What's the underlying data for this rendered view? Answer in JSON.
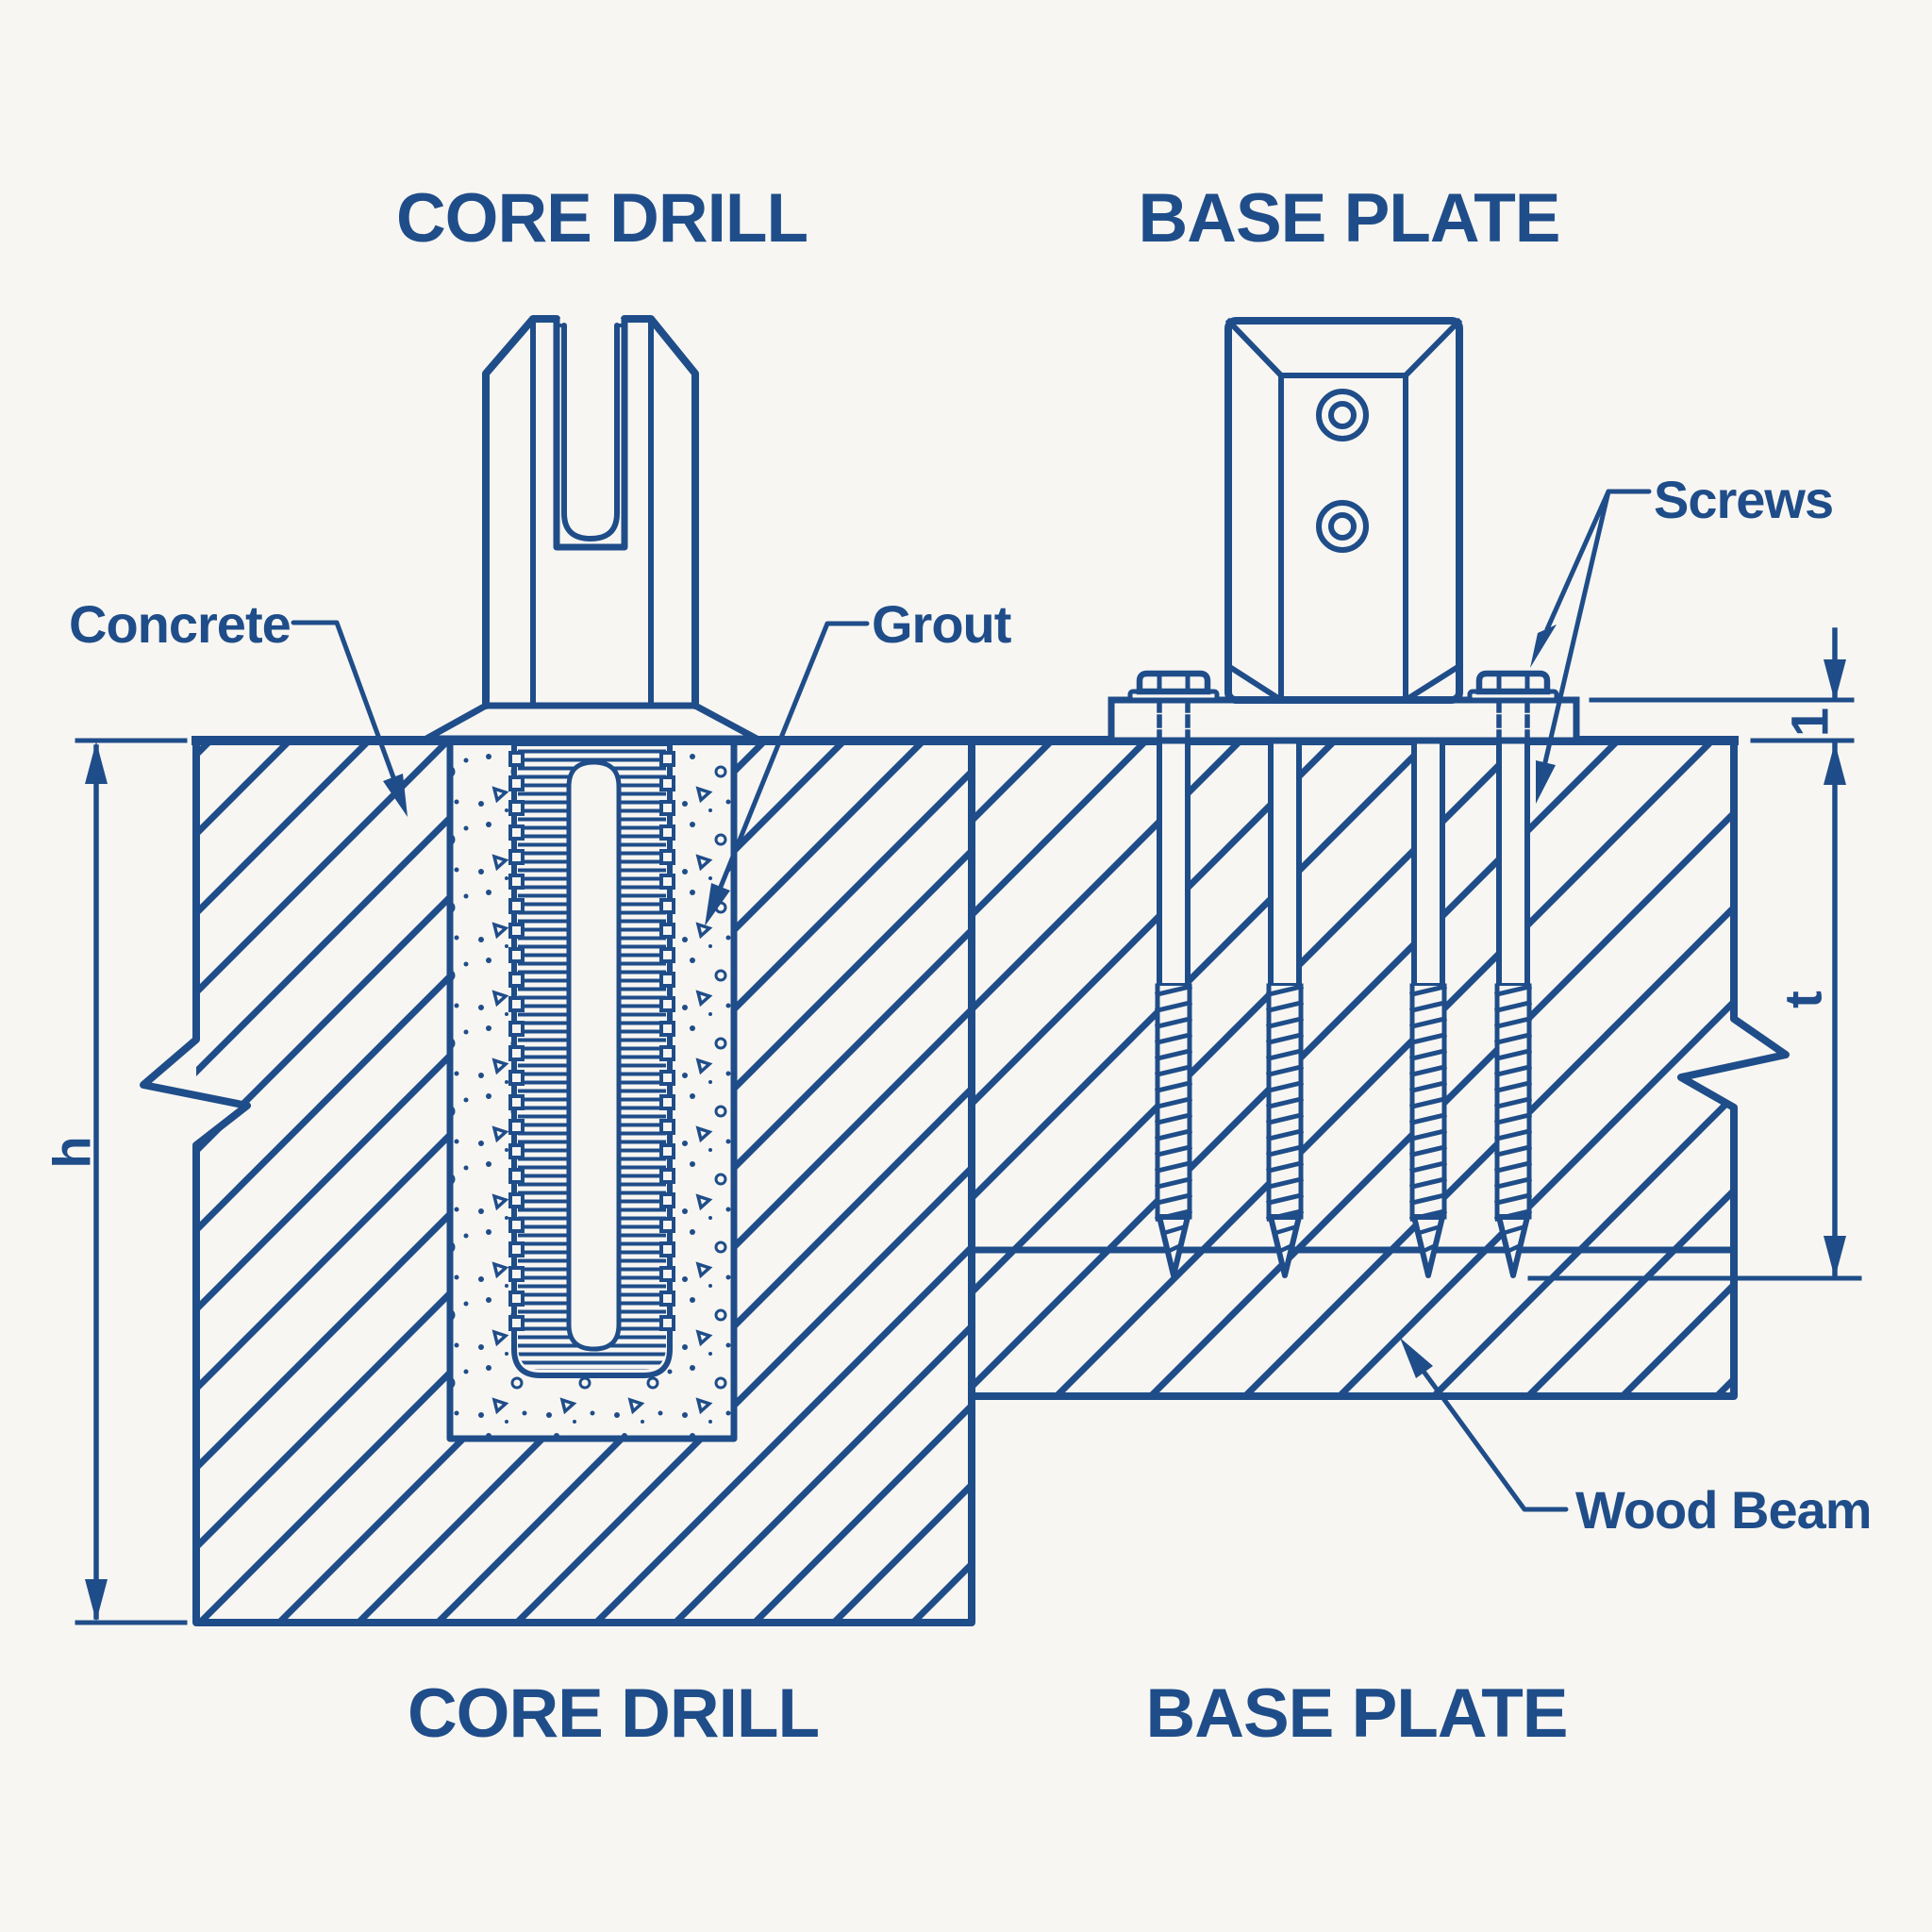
{
  "drawing": {
    "kind": "construction-detail-blueprint",
    "views": [
      "core drill mount section",
      "base plate mount section"
    ]
  },
  "titles": {
    "core_drill_top": "CORE DRILL",
    "base_plate_top": "BASE PLATE",
    "core_drill_bottom": "CORE DRILL",
    "base_plate_bottom": "BASE PLATE"
  },
  "labels": {
    "concrete": "Concrete",
    "grout": "Grout",
    "screws": "Screws",
    "wood_beam": "Wood Beam"
  },
  "dimensions": {
    "embed_depth": "h",
    "plate_thickness": "1",
    "screw_embedment": "t"
  },
  "colors": {
    "ink": "#1f4d89",
    "paper": "#f8f6f2"
  }
}
